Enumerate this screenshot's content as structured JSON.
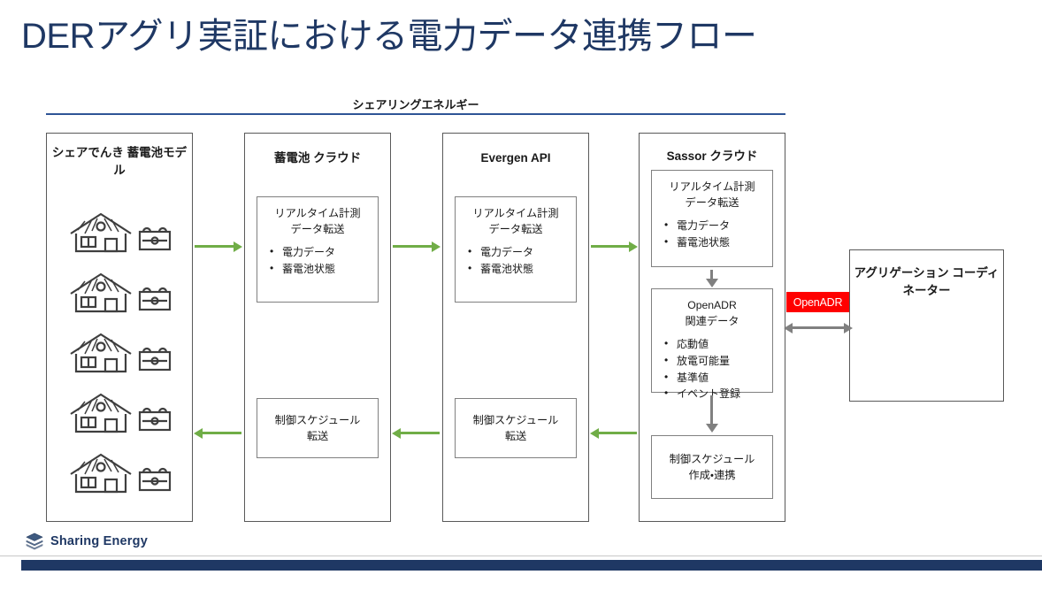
{
  "slide": {
    "title": "DERアグリ実証における電力データ連携フロー",
    "band_label": "シェアリングエネルギー",
    "accent_navy": "#1F3864",
    "accent_blue_rule": "#2E5496",
    "arrow_green": "#70AD47",
    "arrow_gray": "#808080",
    "badge_red": "#FF0000"
  },
  "columns": {
    "share": {
      "title": "シェアでんき\n蓄電池モデル",
      "icon_rows": [
        {
          "house_icon": "house-solar-icon",
          "battery_icon": "battery-icon"
        },
        {
          "house_icon": "house-solar-icon",
          "battery_icon": "battery-icon"
        },
        {
          "house_icon": "house-solar-icon",
          "battery_icon": "battery-icon"
        },
        {
          "house_icon": "house-solar-icon",
          "battery_icon": "battery-icon"
        },
        {
          "house_icon": "house-solar-icon",
          "battery_icon": "battery-icon"
        }
      ]
    },
    "battery_cloud": {
      "title": "蓄電池 クラウド",
      "realtime_box": {
        "head": "リアルタイム計測\nデータ転送",
        "bullets": [
          "電力データ",
          "蓄電池状態"
        ]
      },
      "schedule_box": {
        "text": "制御スケジュール\n転送"
      }
    },
    "evergen": {
      "title": "Evergen API",
      "realtime_box": {
        "head": "リアルタイム計測\nデータ転送",
        "bullets": [
          "電力データ",
          "蓄電池状態"
        ]
      },
      "schedule_box": {
        "text": "制御スケジュール\n転送"
      }
    },
    "sassor": {
      "title": "Sassor クラウド",
      "realtime_box": {
        "head": "リアルタイム計測\nデータ転送",
        "bullets": [
          "電力データ",
          "蓄電池状態"
        ]
      },
      "openadr_box": {
        "head": "OpenADR\n関連データ",
        "bullets": [
          "応動値",
          "放電可能量",
          "基準値",
          "イベント登録"
        ]
      },
      "schedule_box": {
        "text": "制御スケジュール\n作成・連携"
      }
    },
    "aggregator": {
      "title": "アグリゲーション\nコーディネーター"
    }
  },
  "badge": {
    "openadr_label": "OpenADR"
  },
  "footer": {
    "logo_text": "Sharing Energy",
    "logo_icon": "stacked-layers-icon"
  }
}
